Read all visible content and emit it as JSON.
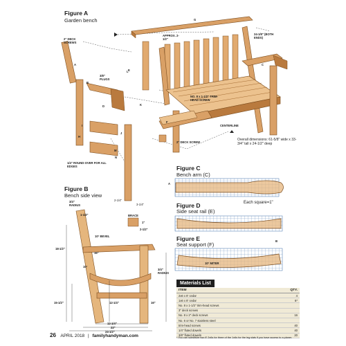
{
  "figA": {
    "title": "Figure A",
    "subtitle": "Garden bench",
    "labels": {
      "g": "G",
      "deck_screws": "2\" DECK SCREWS",
      "approx": "APPROX. 2-1/2\"",
      "both_ends": "24-1/8\" (BOTH ENDS)",
      "plugs": "3/8\" PLUGS",
      "trim_head": "NO. 8 x 1-1/2\" TRIM-HEAD SCREW",
      "centerline": "CENTERLINE",
      "deck_screw": "2\" DECK SCREW",
      "round_over": "1/4\" ROUND-OVER FOR ALL EDGES",
      "dim_a": "2-1/4\"",
      "dim_b": "3-1/4\"",
      "overall": "Overall dimensions: 61-5/8\" wide x 33-3/4\" tall x 24-1/2\" deep",
      "letters": [
        "A",
        "B",
        "C",
        "D",
        "E",
        "F",
        "H",
        "I",
        "J",
        "K",
        "L",
        "M",
        "N"
      ]
    }
  },
  "figB": {
    "title": "Figure B",
    "subtitle": "Bench side view",
    "labels": {
      "radius_top": "3/4\" RADIUS",
      "dim_1_1_2": "1-1/2\"",
      "bevel": "10° BEVEL",
      "brace": "BRACE",
      "brace_1": "1\"",
      "brace_2": "2-1/2\"",
      "h_18_1_2": "18-1/2\"",
      "h_16": "16\"",
      "angle_10": "10°",
      "h_15_1_2": "15-1/2\"",
      "h_12_1_4": "12-1/4\"",
      "h_16b": "16\"",
      "radius_side": "3/4\" RADIUS",
      "w_12_1_4": "12-1/4\"",
      "w_22": "22\"",
      "w_24_1_2": "24-1/2\""
    }
  },
  "figC": {
    "title": "Figure C",
    "subtitle": "Bench arm (C)",
    "scale": "Each square=1\"",
    "letter": "A"
  },
  "figD": {
    "title": "Figure D",
    "subtitle": "Side seat rail (E)"
  },
  "figE": {
    "title": "Figure E",
    "subtitle": "Seat support (F)",
    "miter": "10° MITER",
    "letter": "B"
  },
  "materials": {
    "title": "Materials List",
    "col_item": "ITEM",
    "col_qty": "QTY.",
    "rows": [
      {
        "item": "2x6 x 8' cedar",
        "qty": "4"
      },
      {
        "item": "1x6 x 8' cedar",
        "qty": "6*"
      },
      {
        "item": "No. 8 x 1-1/2\" trim-head screws",
        "qty": ""
      },
      {
        "item": "3\" deck screws",
        "qty": ""
      },
      {
        "item": "No. 8 x 2\" deck screws",
        "qty": "16"
      },
      {
        "item": "No. 6 or No. 7 stainless steel",
        "qty": ""
      },
      {
        "item": "trim-head screws",
        "qty": "40"
      },
      {
        "item": "1/4\" fluted dowels",
        "qty": "40"
      },
      {
        "item": "3/8\" fluted dowels",
        "qty": "20"
      }
    ],
    "footnote": "* You can substitute two 8' 2x6s for three of the 1x6s for the leg slats if you have access to a planer."
  },
  "footer": {
    "page": "26",
    "date": "APRIL 2018",
    "site": "familyhandyman.com"
  },
  "colors": {
    "wood": "#d9a066",
    "wood_dark": "#b97a3e",
    "wood_light": "#ecc28e",
    "grid": "#3d6ea8",
    "accent": "#c0392b"
  }
}
